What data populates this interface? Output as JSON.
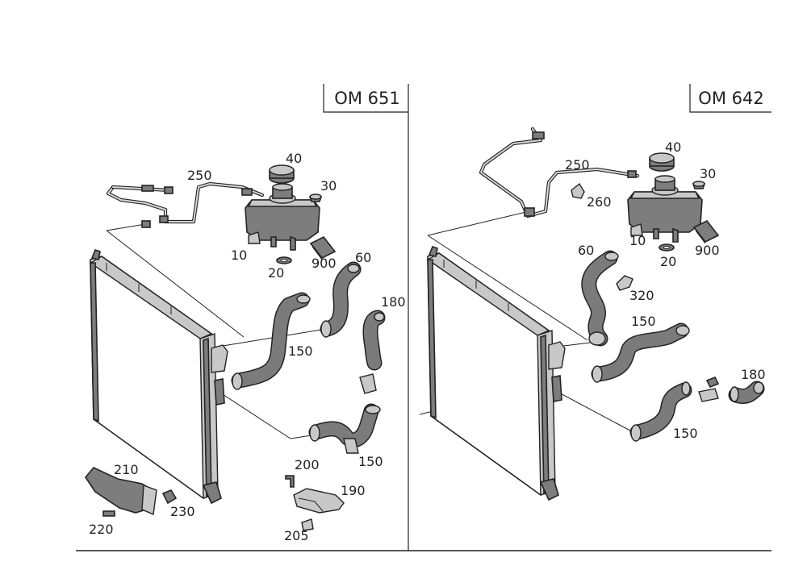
{
  "sections": [
    {
      "title": "OM 651",
      "labels": [
        "250",
        "40",
        "30",
        "10",
        "900",
        "20",
        "60",
        "180",
        "150",
        "150",
        "210",
        "230",
        "220",
        "200",
        "190",
        "205"
      ]
    },
    {
      "title": "OM 642",
      "labels": [
        "250",
        "260",
        "40",
        "30",
        "10",
        "20",
        "900",
        "60",
        "320",
        "150",
        "180",
        "150"
      ]
    }
  ]
}
